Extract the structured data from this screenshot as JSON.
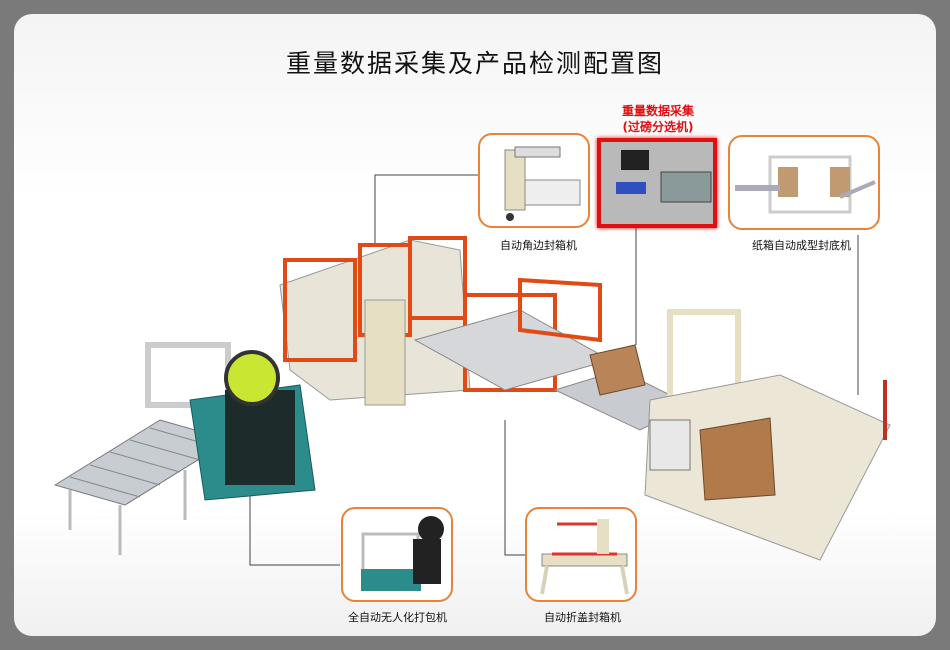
{
  "title": "重量数据采集及产品检测配置图",
  "highlight": {
    "line1": "重量数据采集",
    "line2": "(过磅分选机)"
  },
  "machines": [
    {
      "label": "自动角边封箱机"
    },
    {
      "label": "纸箱自动成型封底机"
    },
    {
      "label": "全自动无人化打包机"
    },
    {
      "label": "自动折盖封箱机"
    }
  ],
  "colors": {
    "frame": "#7a7a7a",
    "callout_border": "#e8843a",
    "highlight": "#e01010"
  }
}
